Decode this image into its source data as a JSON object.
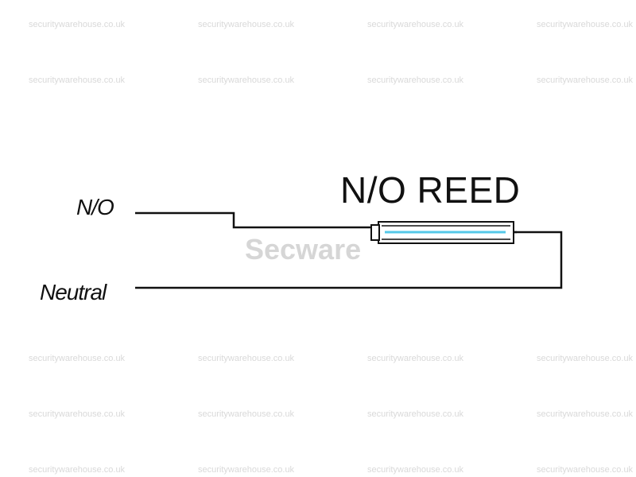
{
  "diagram": {
    "title": "N/O REED",
    "terminals": [
      {
        "label": "N/O"
      },
      {
        "label": "Neutral"
      }
    ],
    "center_watermark": "Secware",
    "colors": {
      "wire": "#111111",
      "reed_contact": "#55c8e8",
      "watermark": "#d9d9d9"
    }
  },
  "watermarks": {
    "text": "securitywarehouse.co.uk"
  }
}
